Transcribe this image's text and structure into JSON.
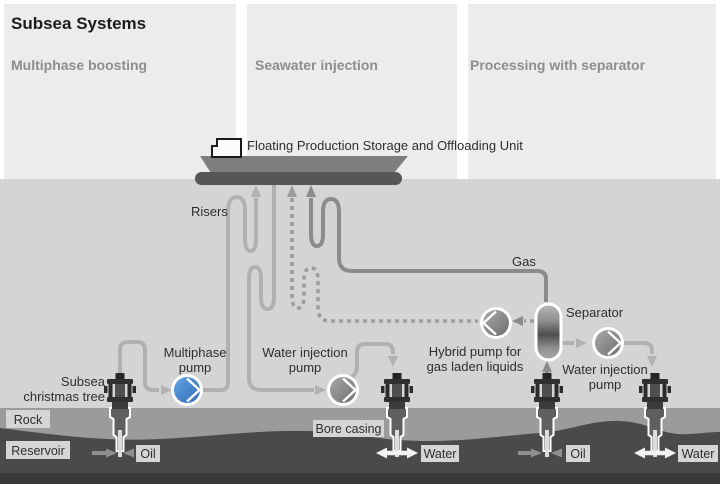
{
  "header": {
    "title": "Subsea Systems",
    "sections": [
      {
        "label": "Multiphase boosting"
      },
      {
        "label": "Seawater injection"
      },
      {
        "label": "Processing with separator"
      }
    ]
  },
  "diagram": {
    "fpso_label": "Floating Production Storage and Offloading Unit",
    "risers_label": "Risers",
    "gas_label": "Gas",
    "separator_label": "Separator",
    "subsea_tree_label": {
      "line1": "Subsea",
      "line2": "christmas tree"
    },
    "multiphase_pump_label": {
      "line1": "Multiphase",
      "line2": "pump"
    },
    "water_injection_pump_left_label": {
      "line1": "Water injection",
      "line2": "pump"
    },
    "hybrid_pump_label": {
      "line1": "Hybrid pump for",
      "line2": "gas laden liquids"
    },
    "water_injection_pump_right_label": {
      "line1": "Water injection",
      "line2": "pump"
    },
    "bore_casing_label": "Bore casing",
    "geology": {
      "rock_label": "Rock",
      "reservoir_label": "Reservoir"
    },
    "well_flows": [
      {
        "label": "Oil"
      },
      {
        "label": "Water"
      },
      {
        "label": "Oil"
      },
      {
        "label": "Water"
      }
    ],
    "colors": {
      "panel": "#ececec",
      "sea": "#d4d4d4",
      "rock": "#9b9b9b",
      "reservoir": "#4a4a4a",
      "pipe_light": "#b1b1b1",
      "pipe_dark": "#8b8b8b",
      "pump_blue": "#4a8ed2",
      "pump_gray": "#8a8a8a",
      "ship_hull": "#7e7e7e",
      "ship_keel": "#565656"
    }
  }
}
